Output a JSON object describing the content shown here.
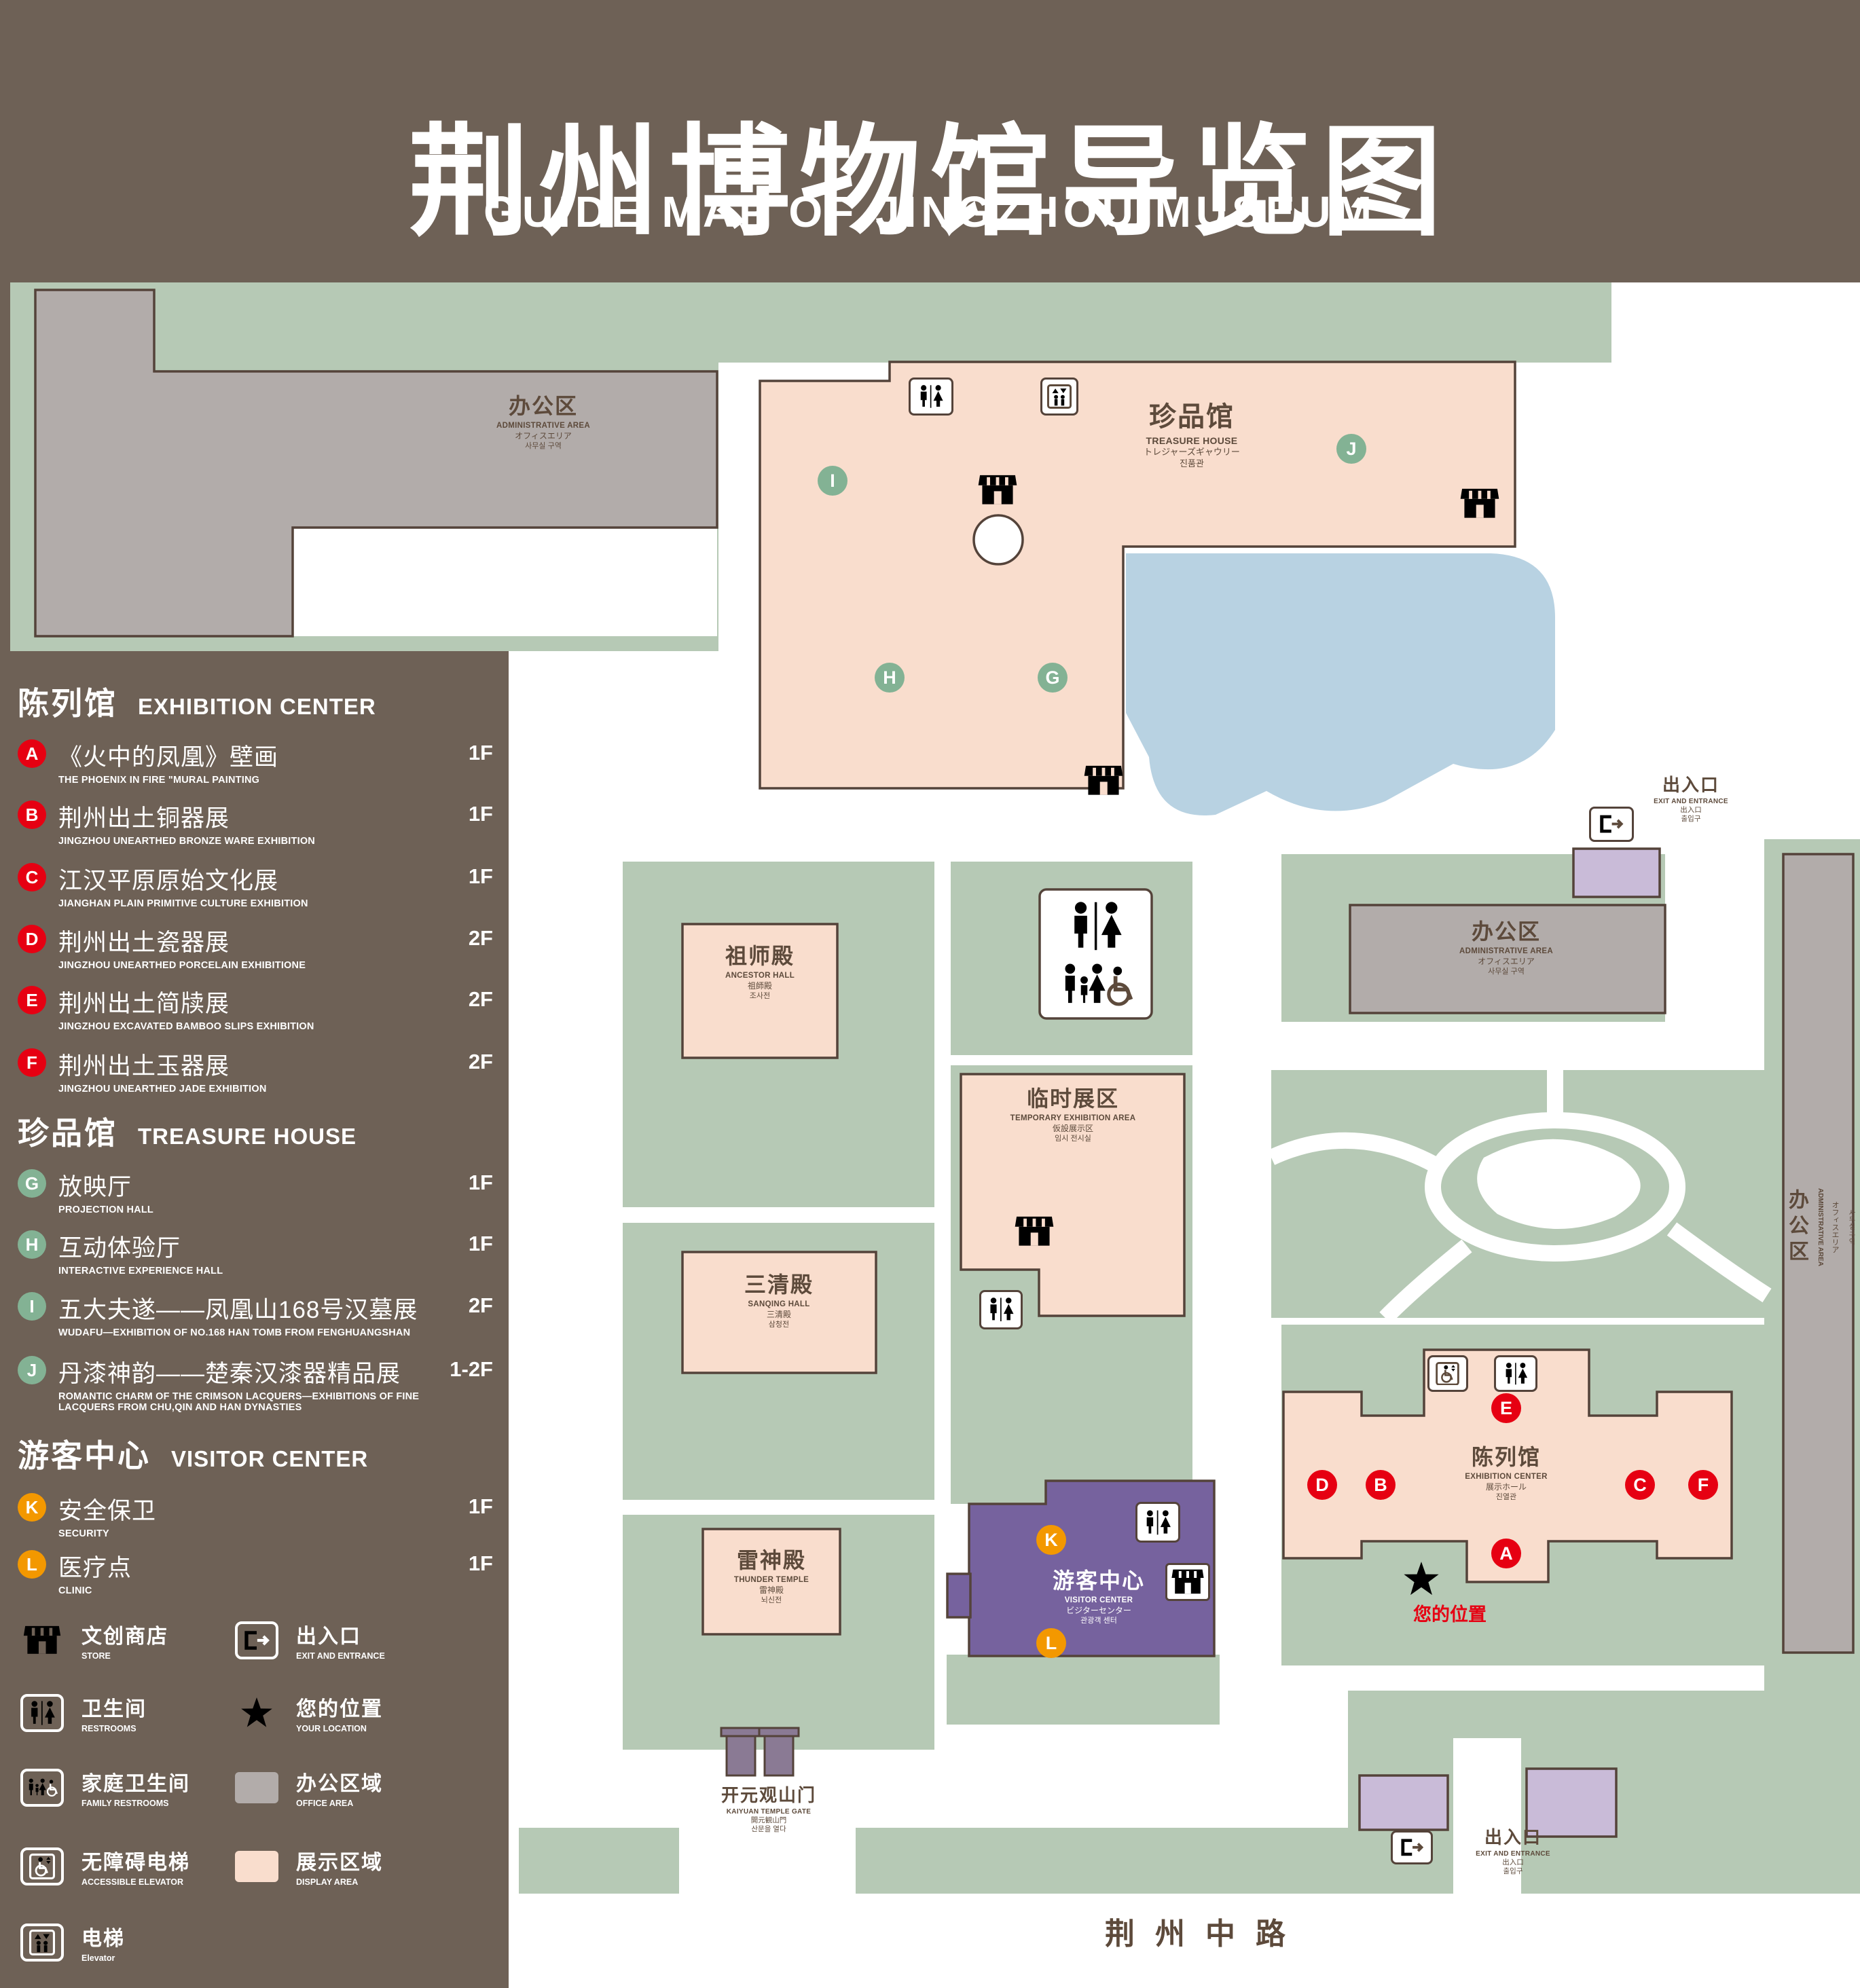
{
  "title": {
    "zh": "荆州博物馆导览图",
    "en": "GUIDE MAP OF JINGZHOU MUSEUM"
  },
  "legend": {
    "sections": [
      {
        "zh": "陈列馆",
        "en": "EXHIBITION CENTER",
        "items": [
          {
            "letter": "A",
            "zh": "《火中的凤凰》壁画",
            "en": "THE PHOENIX IN FIRE \"MURAL PAINTING",
            "floor": "1F"
          },
          {
            "letter": "B",
            "zh": "荆州出土铜器展",
            "en": "JINGZHOU UNEARTHED BRONZE WARE EXHIBITION",
            "floor": "1F"
          },
          {
            "letter": "C",
            "zh": "江汉平原原始文化展",
            "en": "JIANGHAN PLAIN PRIMITIVE CULTURE EXHIBITION",
            "floor": "1F"
          },
          {
            "letter": "D",
            "zh": "荆州出土瓷器展",
            "en": "JINGZHOU UNEARTHED PORCELAIN EXHIBITIONE",
            "floor": "2F"
          },
          {
            "letter": "E",
            "zh": "荆州出土简牍展",
            "en": "JINGZHOU EXCAVATED BAMBOO SLIPS EXHIBITION",
            "floor": "2F"
          },
          {
            "letter": "F",
            "zh": "荆州出土玉器展",
            "en": "JINGZHOU UNEARTHED JADE EXHIBITION",
            "floor": "2F"
          }
        ]
      },
      {
        "zh": "珍品馆",
        "en": "TREASURE HOUSE",
        "items": [
          {
            "letter": "G",
            "zh": "放映厅",
            "en": "PROJECTION HALL",
            "floor": "1F"
          },
          {
            "letter": "H",
            "zh": "互动体验厅",
            "en": "INTERACTIVE EXPERIENCE HALL",
            "floor": "1F"
          },
          {
            "letter": "I",
            "zh": "五大夫遂——凤凰山168号汉墓展",
            "en": "WUDAFU—EXHIBITION OF NO.168 HAN TOMB FROM FENGHUANGSHAN",
            "floor": "2F"
          },
          {
            "letter": "J",
            "zh": "丹漆神韵——楚秦汉漆器精品展",
            "en": "ROMANTIC CHARM OF THE CRIMSON LACQUERS—EXHIBITIONS OF FINE LACQUERS FROM CHU,QIN AND HAN DYNASTIES",
            "floor": "1-2F"
          }
        ]
      },
      {
        "zh": "游客中心",
        "en": "VISITOR CENTER",
        "items": [
          {
            "letter": "K",
            "zh": "安全保卫",
            "en": "SECURITY",
            "floor": "1F"
          },
          {
            "letter": "L",
            "zh": "医疗点",
            "en": "CLINIC",
            "floor": "1F"
          }
        ]
      }
    ],
    "symbols": [
      {
        "icon": "store-icon",
        "zh": "文创商店",
        "en": "STORE"
      },
      {
        "icon": "exit-icon",
        "zh": "出入口",
        "en": "EXIT AND ENTRANCE"
      },
      {
        "icon": "restroom-icon",
        "zh": "卫生间",
        "en": "RESTROOMS"
      },
      {
        "icon": "location-star-icon",
        "zh": "您的位置",
        "en": "YOUR LOCATION"
      },
      {
        "icon": "family-restroom-icon",
        "zh": "家庭卫生间",
        "en": "FAMILY RESTROOMS"
      },
      {
        "icon": "office-area-swatch",
        "zh": "办公区域",
        "en": "OFFICE AREA"
      },
      {
        "icon": "accessible-elevator-icon",
        "zh": "无障碍电梯",
        "en": "ACCESSIBLE ELEVATOR"
      },
      {
        "icon": "display-area-swatch",
        "zh": "展示区域",
        "en": "DISPLAY AREA"
      },
      {
        "icon": "elevator-icon",
        "zh": "电梯",
        "en": "Elevator"
      }
    ]
  },
  "map": {
    "labels": {
      "admin": {
        "zh": "办公区",
        "en": "ADMINISTRATIVE AREA",
        "ja": "オフィスエリア",
        "ko": "사무실 구역"
      },
      "treasure_house": {
        "zh": "珍品馆",
        "en": "TREASURE HOUSE",
        "ja": "トレジャーズギャウリー",
        "ko": "진품관"
      },
      "exit": {
        "zh": "出入口",
        "en": "EXIT AND ENTRANCE",
        "ja": "出入口",
        "ko": "출입구"
      },
      "ancestor_hall": {
        "zh": "祖师殿",
        "en": "ANCESTOR HALL",
        "ja": "祖師殿",
        "ko": "조사전"
      },
      "temporary_exhibition": {
        "zh": "临时展区",
        "en": "TEMPORARY EXHIBITION AREA",
        "ja": "仮設展示区",
        "ko": "임시 전시실"
      },
      "sanqing_hall": {
        "zh": "三清殿",
        "en": "SANQING HALL",
        "ja": "三清殿",
        "ko": "삼청전"
      },
      "exhibition_center": {
        "zh": "陈列馆",
        "en": "EXHIBITION CENTER",
        "ja": "展示ホール",
        "ko": "진열관"
      },
      "thunder_temple": {
        "zh": "雷神殿",
        "en": "THUNDER TEMPLE",
        "ja": "雷神殿",
        "ko": "뇌신전"
      },
      "visitor_center": {
        "zh": "游客中心",
        "en": "VISITOR CENTER",
        "ja": "ビジターセンター",
        "ko": "관광객 센터"
      },
      "gate": {
        "zh": "开元观山门",
        "en": "KAIYUAN TEMPLE GATE",
        "ja": "開元観山門",
        "ko": "산문을 열다"
      },
      "your_location": {
        "zh": "您的位置"
      },
      "road": {
        "zh": "荆州中路"
      }
    },
    "markers": {
      "A": "A",
      "B": "B",
      "C": "C",
      "D": "D",
      "E": "E",
      "F": "F",
      "G": "G",
      "H": "H",
      "I": "I",
      "J": "J",
      "K": "K",
      "L": "L"
    }
  },
  "colors": {
    "background": "#6e6156",
    "green": "#b6c9b5",
    "display_area": "#f9ddcd",
    "office_area": "#b2acaa",
    "water": "#b8d2e2",
    "visitor_center": "#76629e",
    "light_purple": "#c9bbd8",
    "marker_red": "#e60012",
    "marker_green": "#83b294",
    "marker_orange": "#f39800"
  }
}
